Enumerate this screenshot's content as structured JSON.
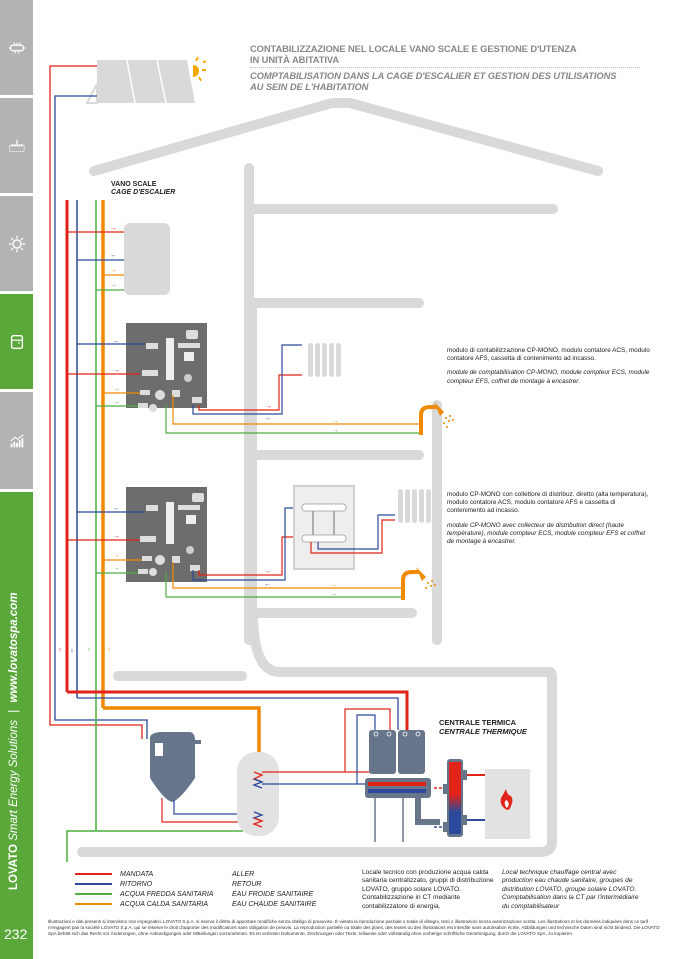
{
  "sidebar": {
    "tabs": [
      {
        "name": "radiator-heating",
        "icon": "heating-element-icon",
        "active": false
      },
      {
        "name": "underfloor-heating",
        "icon": "underfloor-heating-icon",
        "active": false
      },
      {
        "name": "solar",
        "icon": "sun-icon",
        "active": false
      },
      {
        "name": "metering",
        "icon": "meter-module-icon",
        "active": true
      },
      {
        "name": "statistics",
        "icon": "chart-icon",
        "active": false
      }
    ],
    "brand": "LOVATO",
    "tagline": "Smart Energy Solutions",
    "separator": "|",
    "website": "www.lovatospa.com",
    "page_number": "232"
  },
  "title": {
    "it_line1": "CONTABILIZZAZIONE NEL LOCALE VANO SCALE E GESTIONE D'UTENZA",
    "it_line2": "IN UNITÀ ABITATIVA",
    "fr_line1": "COMPTABILISATION DANS LA CAGE D'ESCALIER ET GESTION DES UTILISATIONS",
    "fr_line2": "AU SEIN DE L'HABITATION"
  },
  "labels": {
    "stairwell_it": "VANO SCALE",
    "stairwell_fr": "CAGE D'ESCALIER",
    "plant_it": "CENTRALE TERMICA",
    "plant_fr": "CENTRALE THERMIQUE"
  },
  "descriptions": {
    "module1_it": "modulo di contabilizzazione CP-MONO, modulo contatore ACS, modulo contatore AFS, cassetta di contenimento ad incasso.",
    "module1_fr": "module de comptabilisation CP-MONO, module compteur ECS, module compteur EFS, coffret de montage à encastrer.",
    "module2_it": "modulo CP-MONO con collettore di distribuz. diretto (alta temperatura), modulo contatore ACS, modulo contatore AFS e cassetta di contenimento ad incasso.",
    "module2_fr": "module CP-MONO avec collecteur de distribution direct (haute température), module compteur ECS, module compteur EFS et coffret de montage à encastrer."
  },
  "legend": [
    {
      "it": "MANDATA",
      "fr": "ALLER",
      "color": "#e2231a"
    },
    {
      "it": "RITORNO",
      "fr": "RETOUR",
      "color": "#2b4a9b"
    },
    {
      "it": "ACQUA FREDDA SANITARIA",
      "fr": "EAU FROIDE SANITAIRE",
      "color": "#4caf3e"
    },
    {
      "it": "ACQUA CALDA SANITARIA",
      "fr": "EAU CHAUDE SANITAIRE",
      "color": "#f08a00"
    }
  ],
  "plant_description": {
    "it": "Locale tecnico con produzione acqua calda sanitaria centralizzato, gruppi di distribuzione LOVATO, gruppo solare LOVATO. Contabilizzazione in CT mediante contabilizzatore di energia.",
    "fr": "Local technique chauffage central avec production eau chaude sanitaire, groupes de distribution LOVATO, groupe solaire LOVATO. Comptabilisation dans la CT par l'intermédiaire du comptabilisateur"
  },
  "disclaimer": "Illustrazioni e dati presenti si intendono non impegnativi. LOVATO S.p.A. si riserva il diritto di apportare modifiche senza obbligo di preavviso. È vietata la riproduzione parziale o totale di disegni, testi o illustrazioni senza autorizzazione scritta. Les illustrations et les données indiquées dans ce tarif n'engagent pas la société LOVATO S.p.A. qui se réserve le droit d'apporter des modifications sans obligation de préavis. La reproduction partielle ou totale des plans, des textes ou des illustrations est interdite sans autorisation écrite. Abbildungen und technische Daten sind nicht bindend. Die LOVATO SpA behält sich das Recht vor Änderungen, ohne Ankündigungen oder Mitteilungen vorzunehmen. Es ist verboten Dokumente, Zeichnungen oder Texte, teilweise oder vollständig ohne vorherige schriftliche Genehmigung, durch die LOVATO SpA, zu kopieren.",
  "colors": {
    "accent_green": "#5aa83a",
    "tab_gray": "#b3b3b3",
    "supply": "#e2231a",
    "return": "#2b4a9b",
    "cold_water": "#4caf3e",
    "hot_water": "#f08a00",
    "building": "#d9d9d9",
    "equipment": "#6b7383"
  }
}
